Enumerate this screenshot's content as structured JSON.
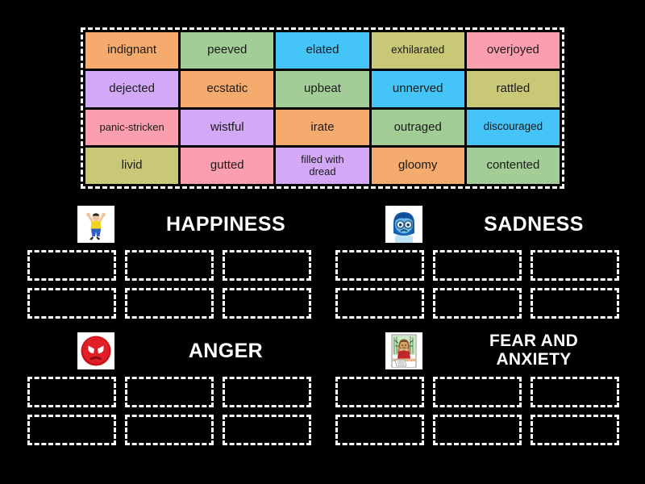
{
  "word_bank": {
    "name": "word-bank",
    "tiles": [
      {
        "label": "indignant",
        "color": "#f5aa6e"
      },
      {
        "label": "peeved",
        "color": "#a3cd96"
      },
      {
        "label": "elated",
        "color": "#45c4f7"
      },
      {
        "label": "exhilarated",
        "color": "#c9c877"
      },
      {
        "label": "overjoyed",
        "color": "#fb9ead"
      },
      {
        "label": "dejected",
        "color": "#d3a9f7"
      },
      {
        "label": "ecstatic",
        "color": "#f5aa6e"
      },
      {
        "label": "upbeat",
        "color": "#a3cd96"
      },
      {
        "label": "unnerved",
        "color": "#45c4f7"
      },
      {
        "label": "rattled",
        "color": "#c9c877"
      },
      {
        "label": "panic-stricken",
        "color": "#fb9ead"
      },
      {
        "label": "wistful",
        "color": "#d3a9f7"
      },
      {
        "label": "irate",
        "color": "#f5aa6e"
      },
      {
        "label": "outraged",
        "color": "#a3cd96"
      },
      {
        "label": "discouraged",
        "color": "#45c4f7"
      },
      {
        "label": "livid",
        "color": "#c9c877"
      },
      {
        "label": "gutted",
        "color": "#fb9ead"
      },
      {
        "label": "filled with\ndread",
        "color": "#d3a9f7"
      },
      {
        "label": "gloomy",
        "color": "#f5aa6e"
      },
      {
        "label": "contented",
        "color": "#a3cd96"
      }
    ]
  },
  "categories": [
    {
      "id": "happiness",
      "title": "HAPPINESS",
      "icon": "jumping-person-icon",
      "dropzone_count": 6
    },
    {
      "id": "sadness",
      "title": "SADNESS",
      "icon": "sad-character-icon",
      "dropzone_count": 6
    },
    {
      "id": "anger",
      "title": "ANGER",
      "icon": "angry-face-icon",
      "dropzone_count": 6
    },
    {
      "id": "fear",
      "title": "FEAR AND\nANXIETY",
      "icon": "stressed-person-at-desk-icon",
      "dropzone_count": 6
    }
  ],
  "colors": {
    "background": "#000000",
    "dashed_border": "#ffffff",
    "tile_text": "#1a1a1a",
    "title_text": "#ffffff"
  }
}
